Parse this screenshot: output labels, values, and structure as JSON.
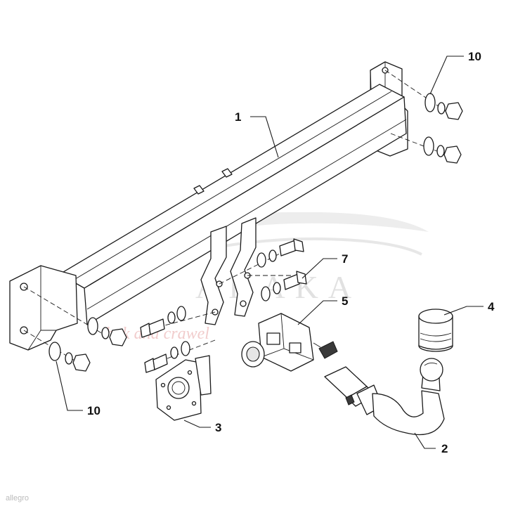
{
  "callouts": [
    {
      "id": "1",
      "label": "1"
    },
    {
      "id": "2",
      "label": "2"
    },
    {
      "id": "3",
      "label": "3"
    },
    {
      "id": "4",
      "label": "4"
    },
    {
      "id": "5",
      "label": "5"
    },
    {
      "id": "7",
      "label": "7"
    },
    {
      "id": "10a",
      "label": "10"
    },
    {
      "id": "10b",
      "label": "10"
    }
  ],
  "watermark": {
    "brand": "AHAKA",
    "tagline": "hak and crawel"
  },
  "corner_mark": "allegro",
  "colors": {
    "line": "#1a1a1a",
    "watermark": "#c9c9c9",
    "watermark_accent": "#e7a3a3"
  }
}
